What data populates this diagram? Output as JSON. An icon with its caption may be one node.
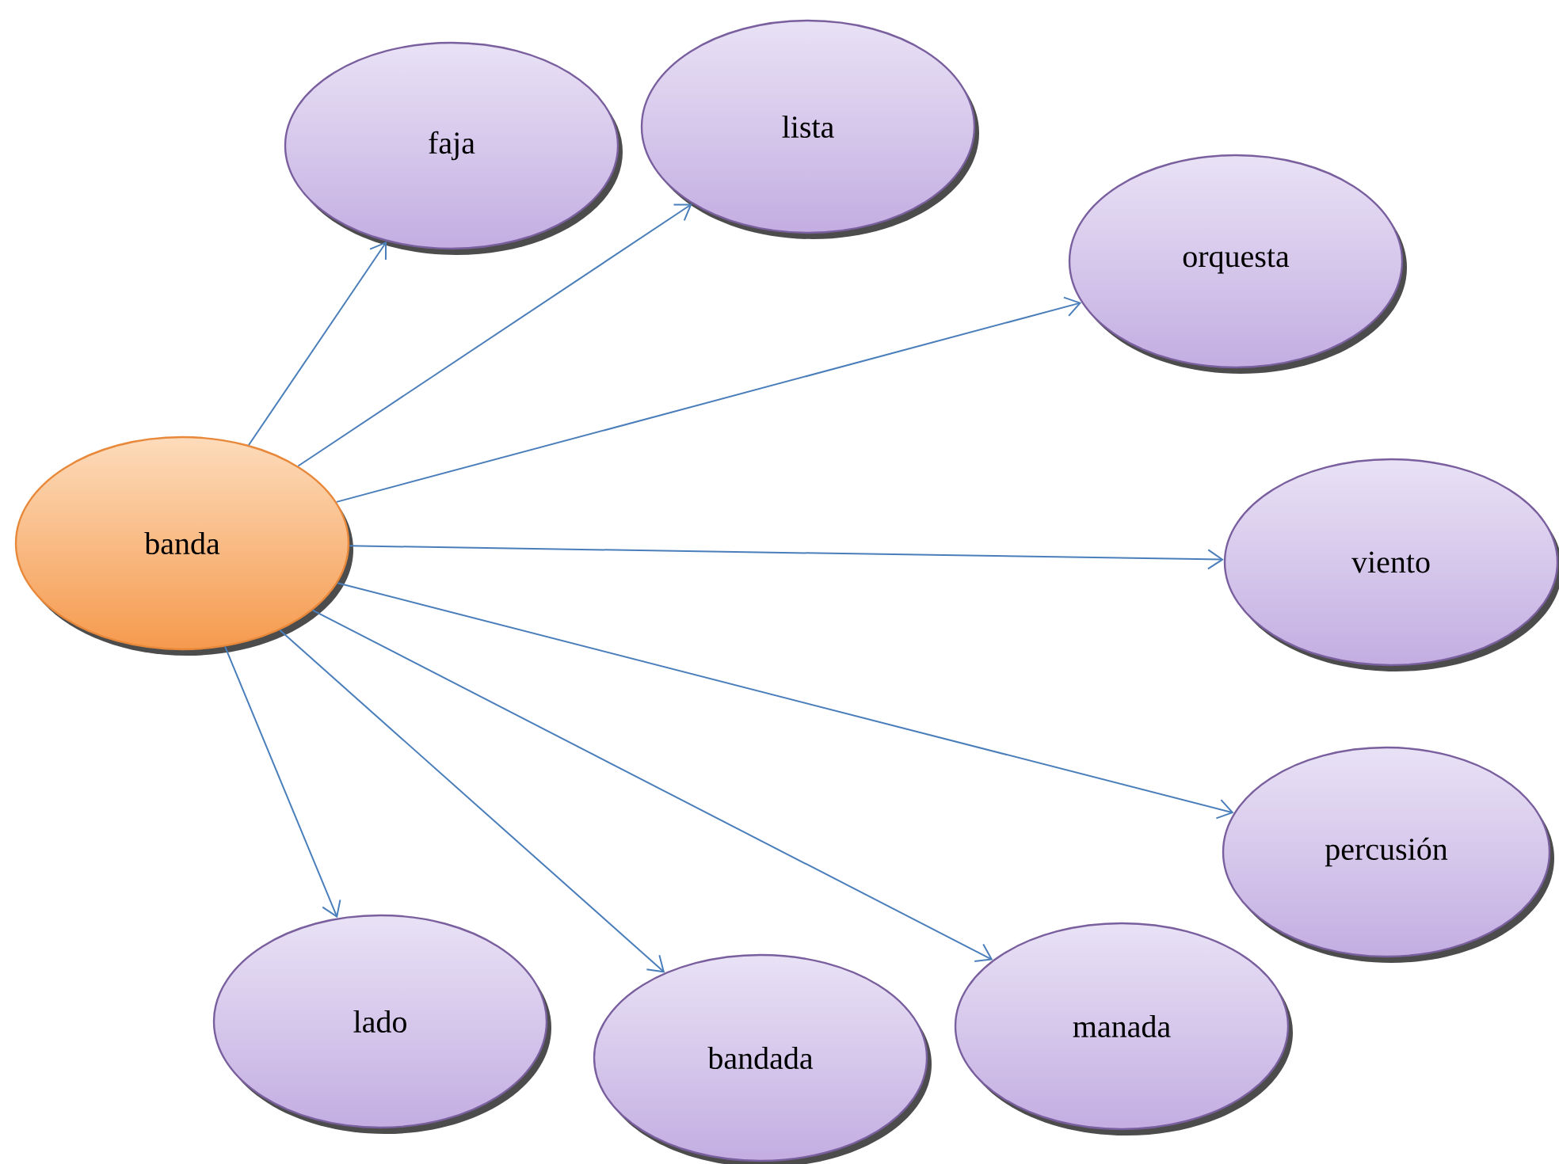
{
  "diagram": {
    "nodes": [
      {
        "text": [
          "faja"
        ]
      },
      {
        "text": [
          "lista"
        ]
      },
      {
        "text": [
          "orquesta"
        ]
      },
      {
        "text": [
          "banda"
        ]
      },
      {
        "text": [
          "viento"
        ]
      },
      {
        "text": [
          "percusión"
        ]
      },
      {
        "text": [
          "lado"
        ]
      },
      {
        "text": [
          "bandada"
        ]
      },
      {
        "text": [
          "manada"
        ]
      }
    ],
    "edges": [
      {
        "from": 3,
        "to": 0,
        "arrow": "to"
      },
      {
        "from": 3,
        "to": 1,
        "arrow": "to"
      },
      {
        "from": 3,
        "to": 2,
        "arrow": "to"
      },
      {
        "from": 3,
        "to": 4,
        "arrow": "to"
      },
      {
        "from": 3,
        "to": 5,
        "arrow": "to"
      },
      {
        "from": 3,
        "to": 8,
        "arrow": "to"
      },
      {
        "from": 3,
        "to": 7,
        "arrow": "to"
      },
      {
        "from": 3,
        "to": 6,
        "arrow": "to"
      }
    ]
  }
}
